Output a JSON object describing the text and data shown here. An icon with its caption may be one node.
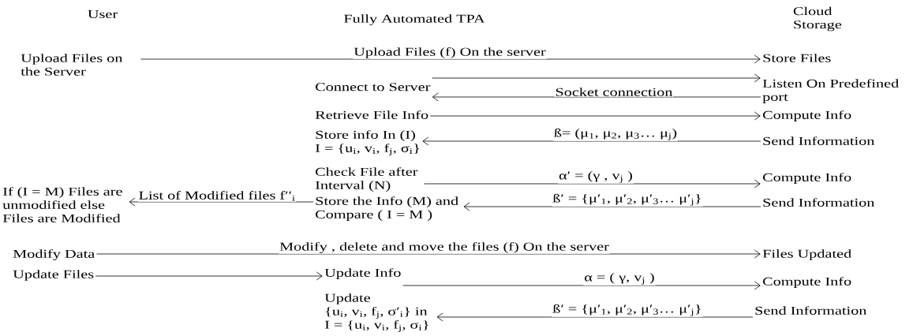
{
  "diagram": {
    "nodes": [
      {
        "text": [
          "Upload Files on the Server"
        ]
      },
      {
        "text": [
          "Store Files"
        ]
      },
      {
        "text": [
          "Connect to Server"
        ]
      },
      {
        "text": [
          "Listen On Predefined port"
        ]
      },
      {
        "text": [
          "Retrieve File Info"
        ]
      },
      {
        "text": [
          "Compute Info"
        ]
      },
      {
        "text": [
          "Store info In (I)",
          "I = {u$_{i}$, v$_{i}$, f$_{j}$, σ$_{i}$}"
        ]
      },
      {
        "text": [
          "Send Information"
        ]
      },
      {
        "text": [
          "Check File after Interval (N)"
        ]
      },
      {
        "text": [
          "Compute Info"
        ]
      },
      {
        "text": [
          "Store the Info (M) and Compare ( I = M )"
        ]
      },
      {
        "text": [
          "Send Information"
        ]
      },
      {
        "text": [
          "If (I = M) Files are unmodified else Files are Modified"
        ]
      },
      {
        "text": [
          "Modify Data"
        ]
      },
      {
        "text": [
          "Files Updated"
        ]
      },
      {
        "text": [
          "Update Files"
        ]
      },
      {
        "text": [
          "Update Info"
        ]
      },
      {
        "text": [
          "Compute Info"
        ]
      },
      {
        "text": [
          "Update",
          "{u$_{i}$, v$_{i}$, f$_{j}$, σ′$_{i}$} in I = {u$_{i}$, v$_{i}$, f$_{j}$, σ$_{i}$}"
        ]
      },
      {
        "text": [
          "Send Information"
        ]
      }
    ],
    "edges": [
      {
        "from": 0,
        "to": 1,
        "arrow": "to",
        "label": "Upload Files (f) On the server"
      },
      {
        "from": 2,
        "to": 3,
        "arrow": "to"
      },
      {
        "from": 3,
        "to": 2,
        "arrow": "to",
        "label": "Socket connection"
      },
      {
        "from": 4,
        "to": 5,
        "arrow": "to"
      },
      {
        "from": 7,
        "to": 6,
        "arrow": "to",
        "label": "ß= (μ$_{1}$, μ$_{2}$, μ$_{3}$… μ$_{j}$)"
      },
      {
        "from": 8,
        "to": 9,
        "arrow": "to",
        "label": "α′ = (γ , v$_{j}$ )"
      },
      {
        "from": 11,
        "to": 10,
        "arrow": "to",
        "label": "ß′ = {μ′$_{1}$, μ′$_{2}$, μ′$_{3}$… μ′$_{j}$}"
      },
      {
        "from": 10,
        "to": 12,
        "arrow": "to",
        "label": "List of Modified files f′′$_{i}$"
      },
      {
        "from": 13,
        "to": 14,
        "arrow": "to",
        "label": "Modify , delete and move the files (f) On the server"
      },
      {
        "from": 15,
        "to": 16,
        "arrow": "to"
      },
      {
        "from": 16,
        "to": 17,
        "arrow": "to",
        "label": "α = ( γ, v$_{j}$ )"
      },
      {
        "from": 19,
        "to": 18,
        "arrow": "to",
        "label": "ß′ = {μ′$_{1}$, μ′$_{2}$, μ′$_{3}$… μ′$_{j}$}"
      }
    ],
    "labels": [
      "User",
      "Fully Automated TPA",
      "Cloud Storage"
    ]
  }
}
